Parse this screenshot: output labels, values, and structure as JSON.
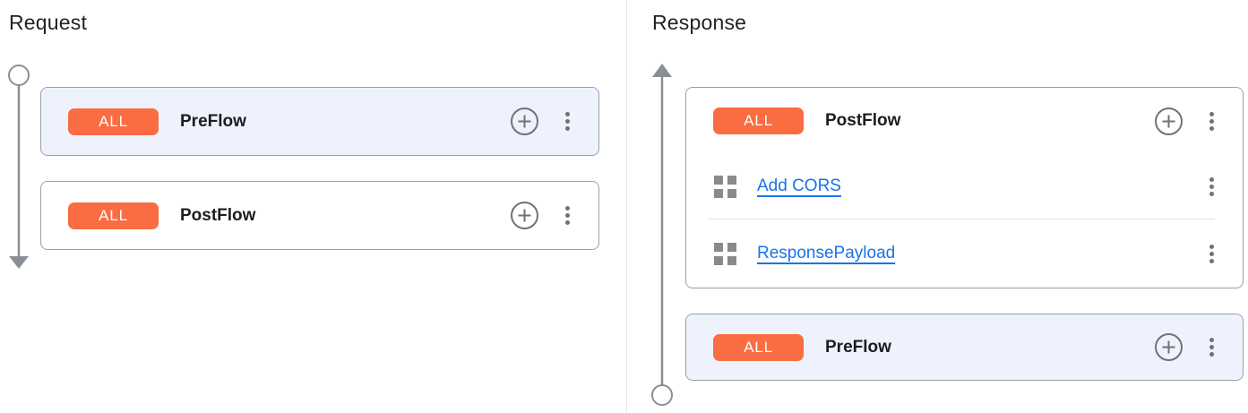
{
  "colors": {
    "accent_orange": "#FA6C41",
    "selected_flow_bg": "#EEF2FC",
    "card_border": "#9AA0A8",
    "link_blue": "#1A73E8",
    "timeline_gray": "#8A8F96",
    "icon_gray": "#6F7276",
    "grid_icon_gray": "#8A8A8A",
    "panel_divider": "#E7E7E7",
    "row_divider": "#DFDFDF"
  },
  "request_panel": {
    "title": "Request",
    "flows": [
      {
        "badge": "ALL",
        "name": "PreFlow",
        "selected": true
      },
      {
        "badge": "ALL",
        "name": "PostFlow",
        "selected": false
      }
    ]
  },
  "response_panel": {
    "title": "Response",
    "flows": [
      {
        "badge": "ALL",
        "name": "PostFlow",
        "selected": false,
        "policies": [
          {
            "name": "Add CORS"
          },
          {
            "name": "ResponsePayload"
          }
        ]
      },
      {
        "badge": "ALL",
        "name": "PreFlow",
        "selected": true
      }
    ]
  },
  "icons": {
    "add_policy": "plus-circle-icon",
    "flow_menu": "kebab-menu-icon",
    "policy_type": "grid-squares-icon",
    "request_timeline": "down-arrow-timeline-icon",
    "response_timeline": "up-arrow-timeline-icon"
  }
}
